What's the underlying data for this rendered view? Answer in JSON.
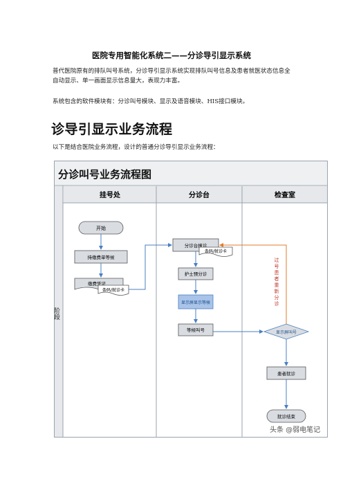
{
  "document": {
    "title": "医院专用智能化系统二——分诊导引显示系统",
    "paragraph1": "普代医院原有的排队叫号系统，分诊导引显示系统实现排队叫号信息及患者就医状态信息全自动显示、单一画面显示信息量大，表现力丰富。",
    "paragraph2": "系统包含的软件模块有：分诊叫号模块、显示及语音模块、HIS接口模块。",
    "section_heading": "诊导引显示业务流程",
    "paragraph3": "以下是结合医院业务流程，设计的普通分诊导引显示业务流程："
  },
  "flowchart": {
    "title": "分诊叫号业务流程图",
    "phase_label": "阶段",
    "lanes": [
      "挂号处",
      "分诊台",
      "检查室"
    ],
    "nodes": {
      "start": "开始",
      "pay_wait": "持缴费单等候",
      "payment_doc": "缴费凭证",
      "card_doc1": "条码/就诊卡",
      "triage_check_in": "分诊台报诊",
      "card_doc2": "条码/就诊卡",
      "nurse_triage": "护士预分诊",
      "display_wait": "显示屏显示等候",
      "wait_call": "等候叫号",
      "display_call": "显示屏叫号",
      "patient_visit": "患者就诊",
      "visit_end": "就诊结束"
    },
    "return_label": "过号患者重新分诊",
    "colors": {
      "frame": "#9aa3ad",
      "header": "#e6e8eb",
      "process": "#d9dde2",
      "highlight": "#a9c4e8",
      "arrow_blue": "#4a7fc1",
      "arrow_orange": "#e07b2a"
    }
  },
  "watermark": "头条 @弱电笔记"
}
